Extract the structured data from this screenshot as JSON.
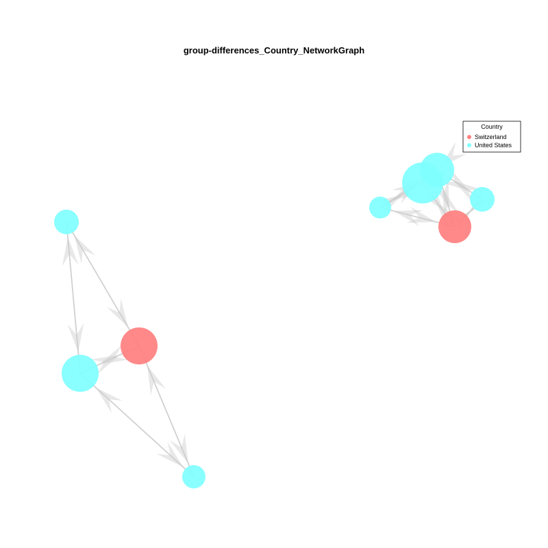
{
  "title": "group-differences_Country_NetworkGraph",
  "legend": {
    "title": "Country",
    "entries": [
      {
        "label": "Switzerland",
        "color": "#ff7f7f"
      },
      {
        "label": "United States",
        "color": "#7fffff"
      }
    ]
  },
  "colors": {
    "Switzerland": "#ff7f7f",
    "United States": "#7fffff",
    "edge": "#d0d0d0"
  }
}
